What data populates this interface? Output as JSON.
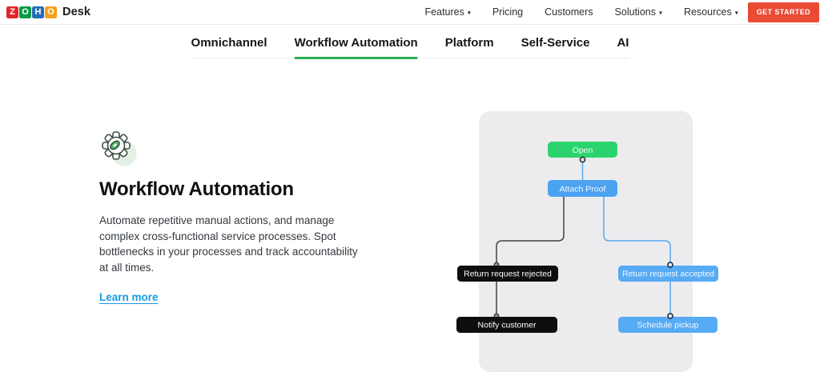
{
  "header": {
    "logo": {
      "letters": [
        {
          "char": "Z",
          "color": "#e42527"
        },
        {
          "char": "O",
          "color": "#089949"
        },
        {
          "char": "H",
          "color": "#226db4"
        },
        {
          "char": "O",
          "color": "#f9a01b"
        }
      ],
      "product": "Desk"
    },
    "nav": [
      {
        "label": "Features",
        "caret": "▾"
      },
      {
        "label": "Pricing"
      },
      {
        "label": "Customers"
      },
      {
        "label": "Solutions",
        "caret": "▾"
      },
      {
        "label": "Resources",
        "caret": "▾"
      }
    ],
    "cta": "GET STARTED"
  },
  "tabs": [
    {
      "label": "Omnichannel",
      "active": false
    },
    {
      "label": "Workflow Automation",
      "active": true
    },
    {
      "label": "Platform",
      "active": false
    },
    {
      "label": "Self-Service",
      "active": false
    },
    {
      "label": "AI",
      "active": false
    }
  ],
  "content": {
    "title": "Workflow Automation",
    "description": "Automate repetitive manual actions, and manage complex cross-functional service processes. Spot bottlenecks in your processes and track accountability at all times.",
    "link": "Learn more"
  },
  "diagram": {
    "nodes": {
      "open": {
        "label": "Open",
        "color": "#2bd36e"
      },
      "attach_proof": {
        "label": "Attach Proof",
        "color": "#4ca2f1"
      },
      "rejected": {
        "label": "Return request rejected",
        "color": "#0e0e0e"
      },
      "notify": {
        "label": "Notify customer",
        "color": "#0e0e0e"
      },
      "accepted": {
        "label": "Return request accepted",
        "color": "#57aaf4"
      },
      "pickup": {
        "label": "Schedule pickup",
        "color": "#57aaf4"
      }
    }
  },
  "colors": {
    "accent_green": "#2caf50",
    "cta_red": "#e94b35",
    "link_blue": "#189be6",
    "panel_gray": "#ececee",
    "line_dark": "#414141",
    "line_blue": "#58a8f2"
  }
}
